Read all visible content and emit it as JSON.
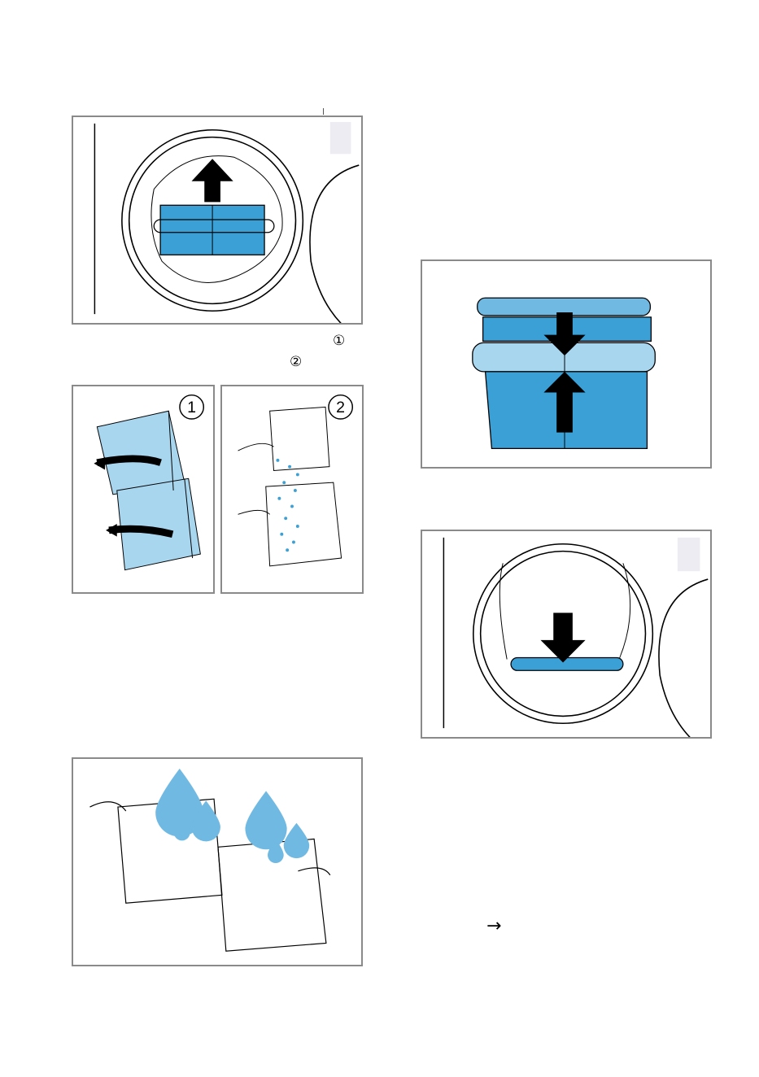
{
  "figures": {
    "fig1": {
      "icon": "filter-lift-up-icon"
    },
    "fig2a": {
      "badge": "1",
      "icon": "filter-open-icon"
    },
    "fig2b": {
      "badge": "2",
      "icon": "filter-clean-hands-icon"
    },
    "fig3": {
      "icon": "filter-rinse-water-icon"
    },
    "fig4": {
      "icon": "filter-close-icon"
    },
    "fig5": {
      "icon": "filter-insert-down-icon"
    }
  },
  "step_refs": {
    "ref1": "①",
    "ref2": "②"
  },
  "arrow": "→",
  "colors": {
    "filter_blue": "#3aa0d6",
    "filter_light": "#a9d6ef",
    "water_drop": "#6fb9e3",
    "frame_gray": "#8a8a8a"
  }
}
